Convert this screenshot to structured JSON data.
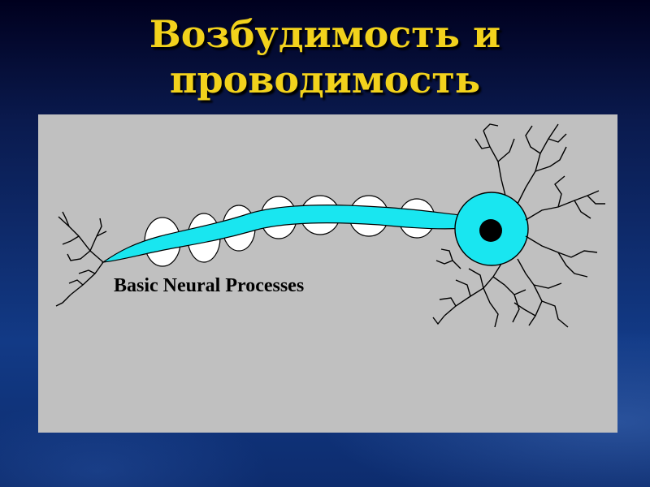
{
  "slide": {
    "title_line1": "Возбудимость и",
    "title_line2": "проводимость"
  },
  "figure": {
    "caption": "Basic Neural Processes"
  }
}
